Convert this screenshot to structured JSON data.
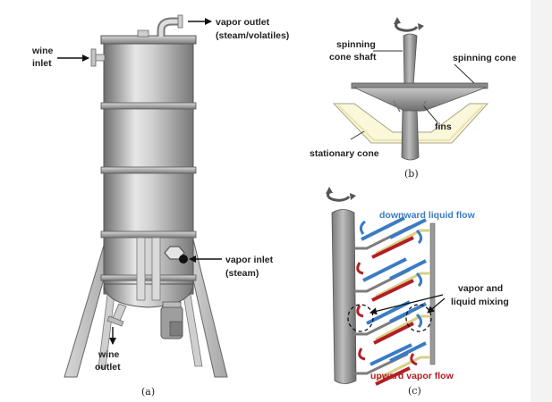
{
  "labels": {
    "a": {
      "wine_inlet": [
        "wine",
        "inlet"
      ],
      "vapor_outlet": [
        "vapor outlet",
        "(steam/volatiles)"
      ],
      "vapor_inlet": [
        "vapor inlet",
        "(steam)"
      ],
      "wine_outlet": [
        "wine",
        "outlet"
      ],
      "caption": "(a)"
    },
    "b": {
      "shaft": [
        "spinning",
        "cone shaft"
      ],
      "spinning_cone": "spinning cone",
      "fins": "fins",
      "stationary_cone": "stationary cone",
      "caption": "(b)"
    },
    "c": {
      "downward": "downward liquid flow",
      "mixing": [
        "vapor and",
        "liquid mixing"
      ],
      "upward": "upward vapor flow",
      "caption": "(c)"
    }
  },
  "colors": {
    "liquid_flow": "#3b7bc4",
    "vapor_flow": "#b21e24",
    "steel": "#a9a9a9",
    "stationary_cone_fill": "#fbf7da"
  },
  "icons": [
    "rotation-arrow-icon",
    "rotation-arrow-icon"
  ]
}
